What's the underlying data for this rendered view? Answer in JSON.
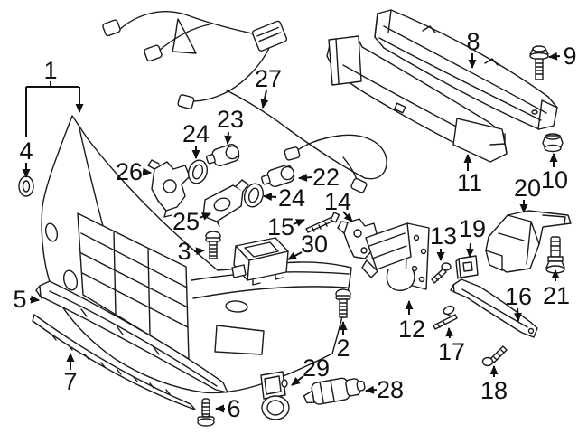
{
  "page": {
    "background_color": "#ffffff",
    "line_color": "#1a1a1a",
    "label_color": "#111111"
  },
  "callouts": [
    {
      "num": "1"
    },
    {
      "num": "4"
    },
    {
      "num": "26"
    },
    {
      "num": "24"
    },
    {
      "num": "23"
    },
    {
      "num": "22"
    },
    {
      "num": "24"
    },
    {
      "num": "25"
    },
    {
      "num": "15"
    },
    {
      "num": "14"
    },
    {
      "num": "27"
    },
    {
      "num": "3"
    },
    {
      "num": "30"
    },
    {
      "num": "8"
    },
    {
      "num": "9"
    },
    {
      "num": "11"
    },
    {
      "num": "10"
    },
    {
      "num": "20"
    },
    {
      "num": "13"
    },
    {
      "num": "19"
    },
    {
      "num": "21"
    },
    {
      "num": "16"
    },
    {
      "num": "12"
    },
    {
      "num": "17"
    },
    {
      "num": "18"
    },
    {
      "num": "2"
    },
    {
      "num": "5"
    },
    {
      "num": "7"
    },
    {
      "num": "6"
    },
    {
      "num": "29"
    },
    {
      "num": "28"
    }
  ]
}
